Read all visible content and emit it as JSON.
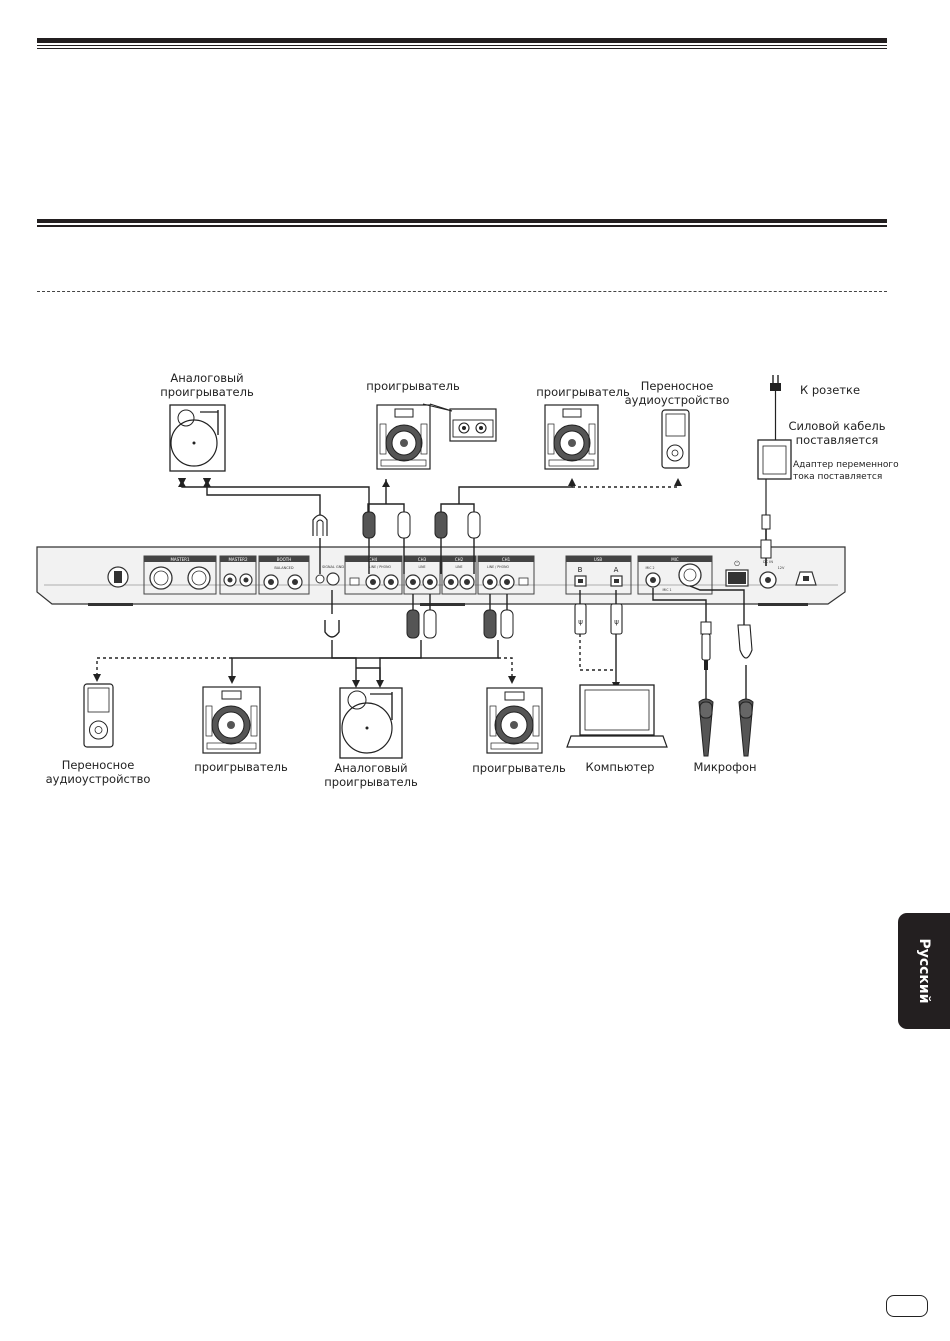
{
  "labels": {
    "analog_top": [
      "Аналоговый",
      "проигрыватель"
    ],
    "player_top_center": "проигрыватель",
    "player_top_right": "проигрыватель",
    "portable_top": [
      "Переносное",
      "аудиоустройство"
    ],
    "to_outlet": "К розетке",
    "power_cable": [
      "Силовой кабель",
      "поставляется"
    ],
    "ac_adapter": [
      "Адаптер переменного",
      "тока поставляется"
    ],
    "portable_bottom": [
      "Переносное",
      "аудиоустройство"
    ],
    "player_bottom_left": "проигрыватель",
    "analog_bottom": [
      "Аналоговый",
      "проигрыватель"
    ],
    "player_bottom_right": "проигрыватель",
    "computer": "Компьютер",
    "microphone": "Микрофон"
  },
  "panel": {
    "master": "MASTER1",
    "master2": "MASTER2",
    "booth": "BOOTH",
    "balanced": "BALANCED",
    "signal_gnd": "SIGNAL GND",
    "ch4": "CH4",
    "ch3": "CH3",
    "ch2": "CH2",
    "ch1": "CH1",
    "line_phono": "LINE / PHONO",
    "line": "LINE",
    "usb": "USB",
    "usb_b": "B",
    "usb_a": "A",
    "mic": "MIC",
    "mic2": "MIC 2",
    "mic1": "MIC 1",
    "dc_in": "DC IN",
    "dc_volt": "12V"
  },
  "language_tab": "Русский",
  "colors": {
    "dark": "#231f20",
    "panel_fill": "#f2f2f2",
    "connector_dark": "#555555"
  }
}
